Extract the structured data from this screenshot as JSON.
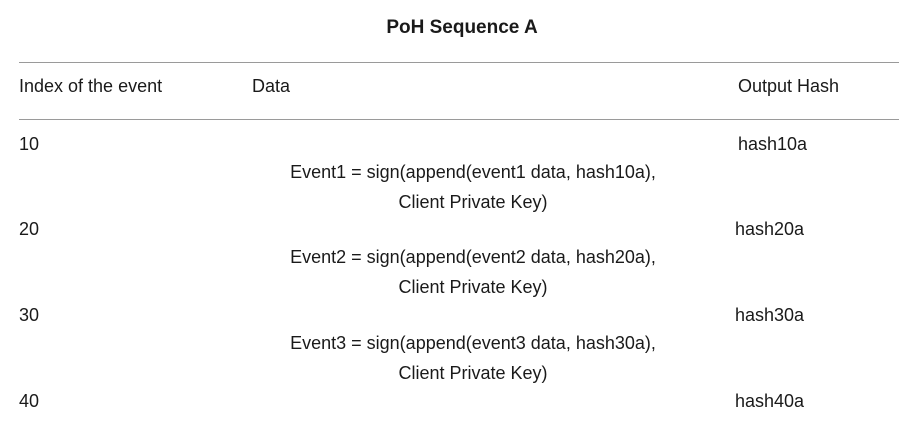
{
  "title": "PoH Sequence A",
  "columns": {
    "index": "Index of the event",
    "data": "Data",
    "hash": "Output Hash"
  },
  "rows": [
    {
      "index": "10",
      "hash": "hash10a"
    },
    {
      "index": "20",
      "hash": "hash20a"
    },
    {
      "index": "30",
      "hash": "hash30a"
    },
    {
      "index": "40",
      "hash": "hash40a"
    }
  ],
  "events": [
    {
      "line1": "Event1 = sign(append(event1 data, hash10a),",
      "line2": "Client Private Key)"
    },
    {
      "line1": "Event2 = sign(append(event2 data, hash20a),",
      "line2": "Client Private Key)"
    },
    {
      "line1": "Event3 = sign(append(event3 data, hash30a),",
      "line2": "Client Private Key)"
    }
  ]
}
